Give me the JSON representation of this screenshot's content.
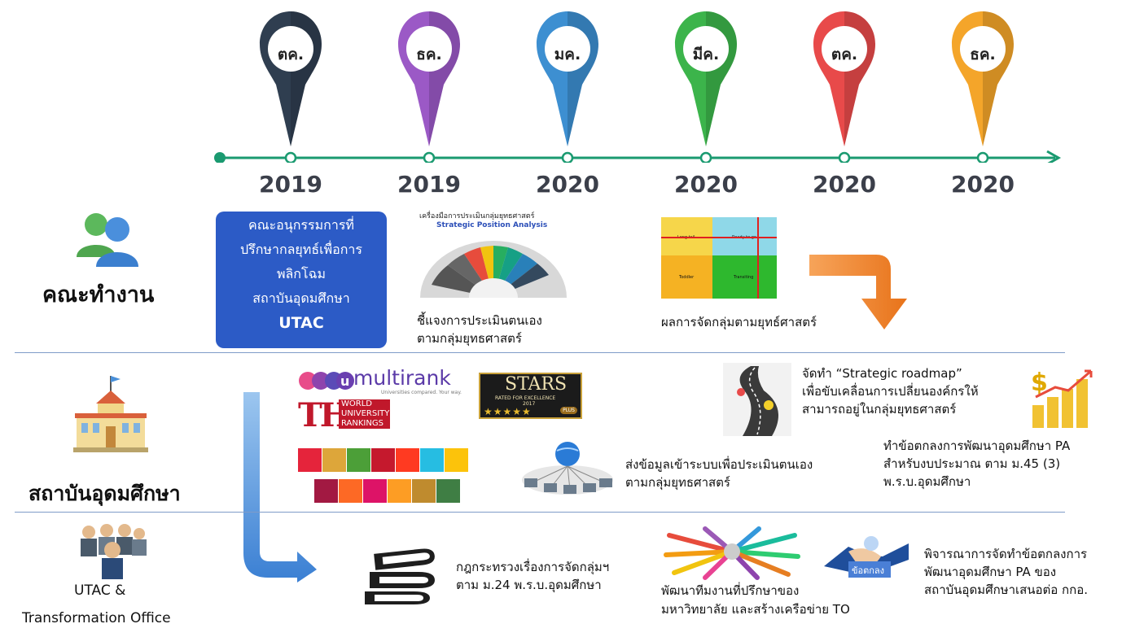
{
  "timeline": {
    "milestones": [
      {
        "month": "ตค.",
        "year": "2019",
        "color": "#2f3e50"
      },
      {
        "month": "ธค.",
        "year": "2019",
        "color": "#9b59c6"
      },
      {
        "month": "มค.",
        "year": "2020",
        "color": "#3d8fd1"
      },
      {
        "month": "มีค.",
        "year": "2020",
        "color": "#3cb44b"
      },
      {
        "month": "ตค.",
        "year": "2020",
        "color": "#e84a4a"
      },
      {
        "month": "ธค.",
        "year": "2020",
        "color": "#f4a52a"
      }
    ],
    "line_color": "#1a9a70"
  },
  "rows": {
    "working_group": {
      "title": "คณะทำงาน",
      "box_lines": [
        "คณะอนุกรรมการที่",
        "ปรึกษากลยุทธ์เพื่อการ",
        "พลิกโฉม",
        "สถาบันอุดมศึกษา",
        "UTAC"
      ],
      "spa": {
        "heading": "เครื่องมือการประเมินกลุ่มยุทธศาสตร์",
        "subheading": "Strategic Position Analysis",
        "caption_line1": "ชี้แจงการประเมินตนเอง",
        "caption_line2": "ตามกลุ่มยุทธศาสตร์"
      },
      "quadrant": {
        "q1": "Long tail",
        "q2": "Ready to go",
        "q3": "Toddler",
        "q4": "Transiting",
        "caption": "ผลการจัดกลุ่มตามยุทธ์ศาสตร์"
      }
    },
    "institution": {
      "title": "สถาบันอุดมศึกษา",
      "multirank": "multirank",
      "multirank_tag": "Universities compared. Your way.",
      "the_logo": "THE",
      "the_lines": [
        "WORLD",
        "UNIVERSITY",
        "RANKINGS"
      ],
      "stars_title": "STARS",
      "stars_sub": "RATED FOR EXCELLENCE",
      "stars_year": "2017",
      "stars_badge": "PLUS",
      "submit_line1": "ส่งข้อมูลเข้าระบบเพื่อประเมินตนเอง",
      "submit_line2": "ตามกลุ่มยุทธศาสตร์",
      "roadmap_line1": "จัดทำ “Strategic roadmap”",
      "roadmap_line2": "เพื่อขับเคลื่อนการเปลี่ยนองค์กรให้",
      "roadmap_line3": "สามารถอยู่ในกลุ่มยุทธศาสตร์",
      "pa_line1": "ทำข้อตกลงการพัฒนาอุดมศึกษา PA",
      "pa_line2": "สำหรับงบประมาณ ตาม ม.45 (3)",
      "pa_line3": "พ.ร.บ.อุดมศึกษา"
    },
    "utac": {
      "title_line1": "UTAC &",
      "title_line2": "Transformation Office",
      "law_line1": "กฎกระทรวงเรื่องการจัดกลุ่มฯ",
      "law_line2": "ตาม ม.24 พ.ร.บ.อุดมศึกษา",
      "network_line1": "พัฒนาทีมงานที่ปรึกษาของ",
      "network_line2": "มหาวิทยาลัย และสร้างเครือข่าย TO",
      "agreement_badge": "ข้อตกลง",
      "consider_line1": "พิจารณาการจัดทำข้อตกลงการ",
      "consider_line2": "พัฒนาอุดมศึกษา PA ของ",
      "consider_line3": "สถาบันอุดมศึกษาเสนอต่อ กกอ."
    }
  }
}
